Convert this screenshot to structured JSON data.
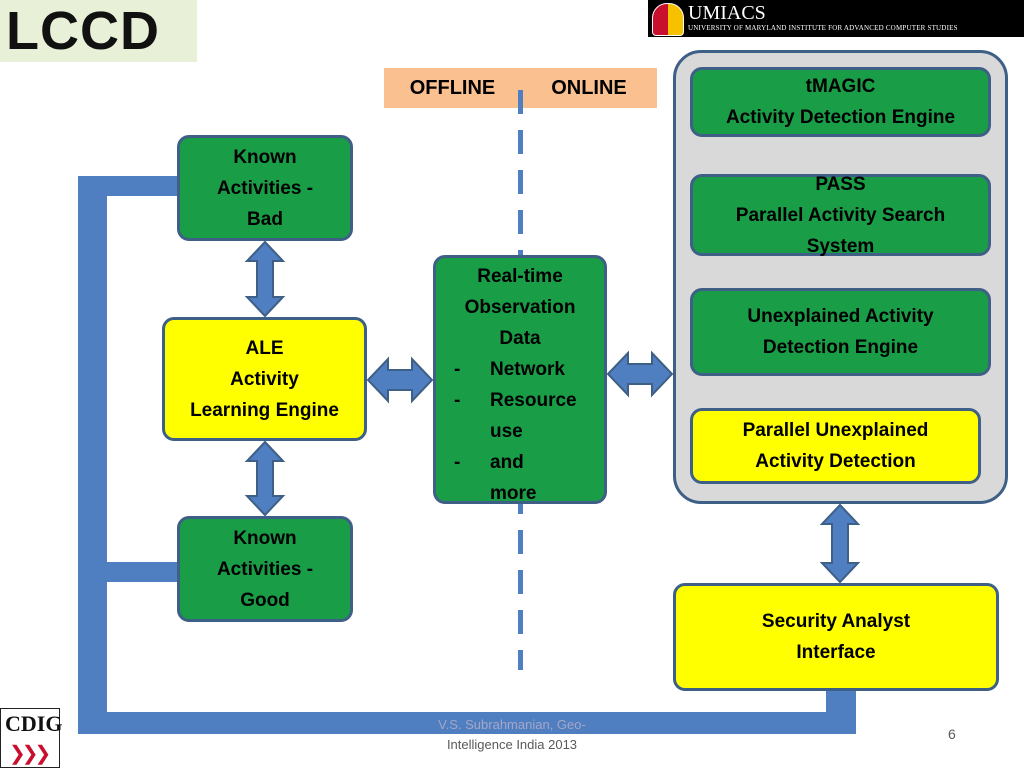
{
  "logos": {
    "lccd": "LCCD",
    "umiacs_name": "UMIACS",
    "umiacs_sub": "UNIVERSITY OF MARYLAND INSTITUTE FOR ADVANCED COMPUTER STUDIES",
    "cdig": "CDIG"
  },
  "header": {
    "offline": "OFFLINE",
    "online": "ONLINE"
  },
  "offline": {
    "known_bad": [
      "Known",
      "Activities -",
      "Bad"
    ],
    "ale": [
      "ALE",
      "Activity",
      "Learning Engine"
    ],
    "known_good": [
      "Known",
      "Activities -",
      "Good"
    ]
  },
  "observation": {
    "title": [
      "Real-time",
      "Observation",
      "Data"
    ],
    "items": [
      {
        "dash": "-",
        "lines": [
          "Network"
        ]
      },
      {
        "dash": "-",
        "lines": [
          "Resource",
          "use"
        ]
      },
      {
        "dash": "-",
        "lines": [
          "and",
          "more"
        ]
      }
    ]
  },
  "online": {
    "tmagic": [
      "tMAGIC",
      "Activity Detection Engine"
    ],
    "pass": [
      "PASS",
      "Parallel Activity Search",
      "System"
    ],
    "unexplained": [
      "Unexplained Activity",
      "Detection Engine"
    ],
    "parallel_unexplained": [
      "Parallel Unexplained",
      "Activity Detection"
    ]
  },
  "analyst": [
    "Security Analyst",
    "Interface"
  ],
  "footer": {
    "line1": "V.S. Subrahmanian,                Geo-",
    "line2": "Intelligence India 2013",
    "page": "6"
  },
  "colors": {
    "green": "#1a9d47",
    "yellow": "#ffff00",
    "blue": "#4f7fc0",
    "border": "#3e5f86",
    "tab": "#fac090",
    "panel": "#d9d9d9"
  }
}
